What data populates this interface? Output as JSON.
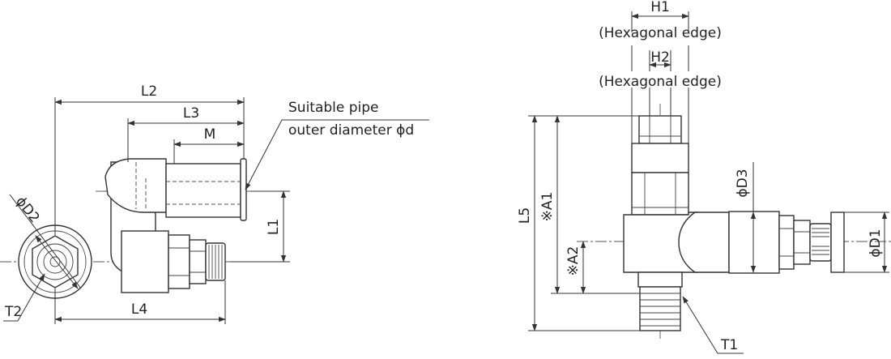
{
  "left_view": {
    "dimensions": {
      "L2": "L2",
      "L3": "L3",
      "M": "M",
      "L1": "L1",
      "L4": "L4",
      "D2": "ϕD2",
      "T2": "T2"
    },
    "callout": {
      "line1": "Suitable pipe",
      "line2": "outer diameter ϕd"
    }
  },
  "right_view": {
    "dimensions": {
      "H1": "H1",
      "H1_note": "(Hexagonal edge)",
      "H2": "H2",
      "H2_note": "(Hexagonal edge)",
      "L5": "L5",
      "A1": "※A1",
      "A2": "※A2",
      "D3": "ϕD3",
      "D1": "ϕD1",
      "T1": "T1"
    }
  },
  "colors": {
    "line": "#333333",
    "text": "#222222",
    "background": "#ffffff"
  }
}
